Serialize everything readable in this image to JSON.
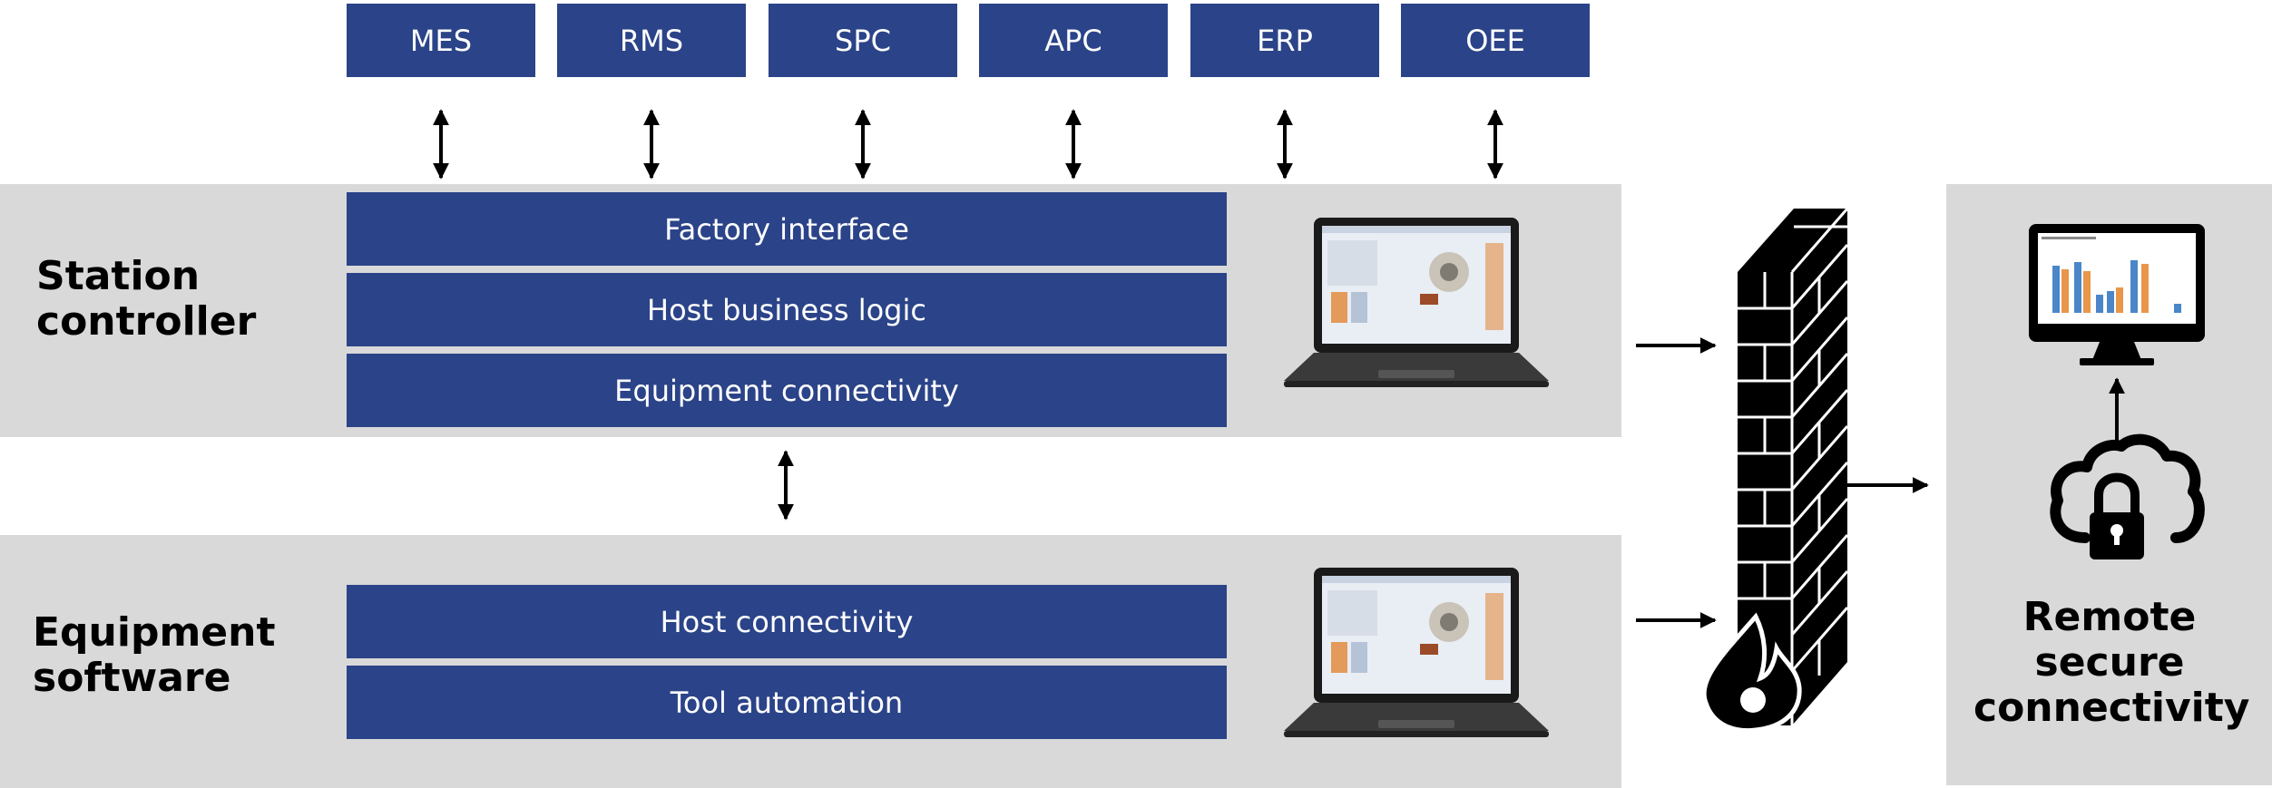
{
  "top_systems": [
    {
      "label": "MES"
    },
    {
      "label": "RMS"
    },
    {
      "label": "SPC"
    },
    {
      "label": "APC"
    },
    {
      "label": "ERP"
    },
    {
      "label": "OEE"
    }
  ],
  "station_controller": {
    "title": "Station controller",
    "layers": [
      {
        "label": "Factory interface"
      },
      {
        "label": "Host business logic"
      },
      {
        "label": "Equipment connectivity"
      }
    ]
  },
  "equipment_software": {
    "title": "Equipment software",
    "layers": [
      {
        "label": "Host connectivity"
      },
      {
        "label": "Tool automation"
      }
    ]
  },
  "remote": {
    "title": "Remote secure connectivity"
  },
  "colors": {
    "box": "#2b4388",
    "band": "#d9d9d9",
    "text_on_box": "#ffffff"
  },
  "icons": [
    "laptop-icon",
    "firewall-icon",
    "flame-icon",
    "monitor-icon",
    "cloud-lock-icon"
  ]
}
